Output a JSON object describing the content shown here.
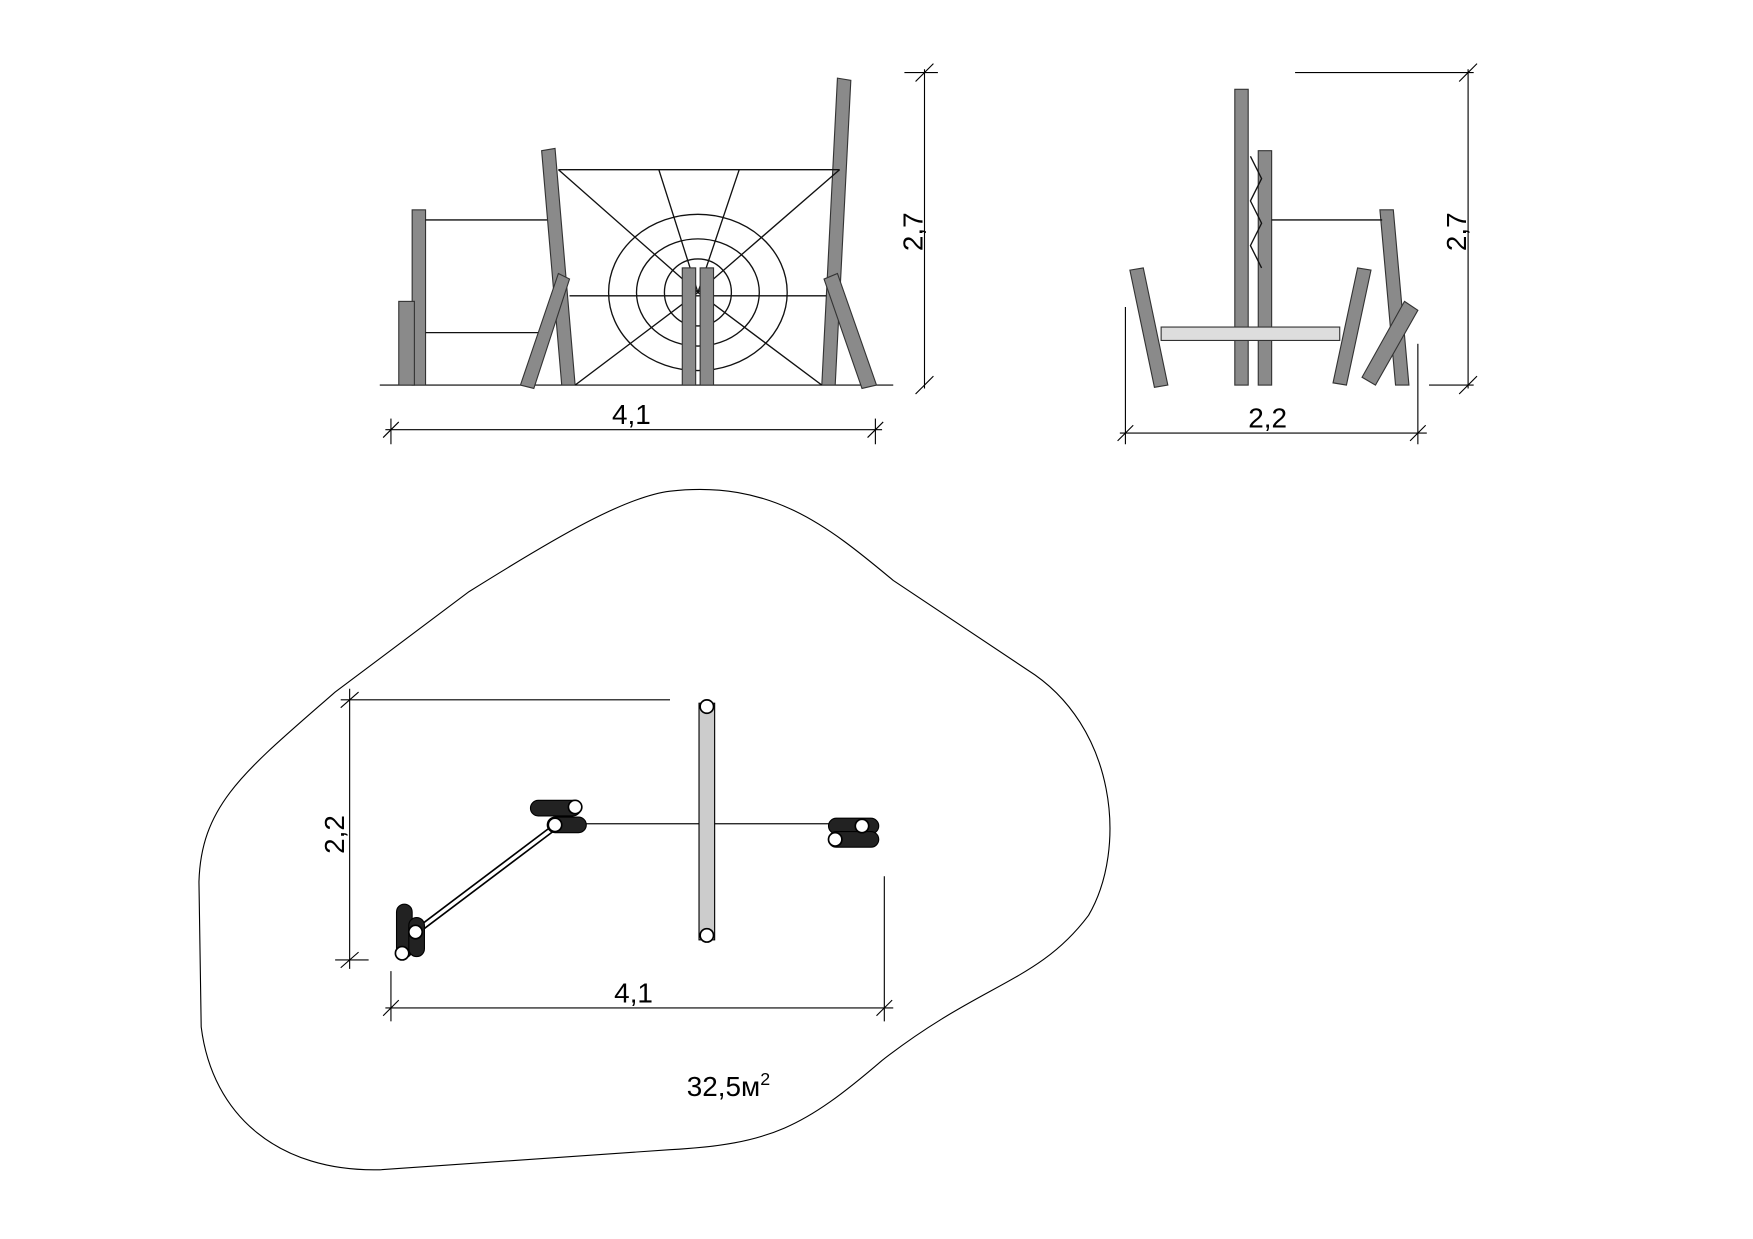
{
  "front_view": {
    "width_label": "4,1",
    "height_label": "2,7"
  },
  "side_view": {
    "width_label": "2,2",
    "height_label": "2,7"
  },
  "plan_view": {
    "width_label": "4,1",
    "depth_label": "2,2",
    "area_value": "32,5м",
    "area_unit_exp": "2"
  }
}
